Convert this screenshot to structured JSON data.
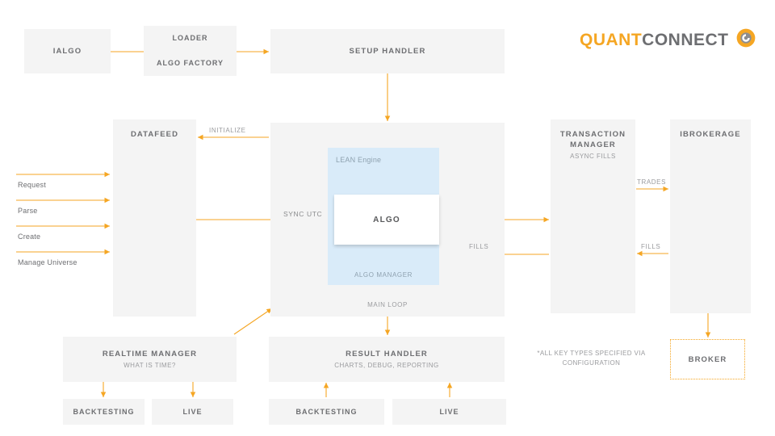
{
  "brand": {
    "name_part1": "QUANT",
    "name_part2": "CONNECT",
    "logo_icon": "quantconnect-ring-icon",
    "accent_color": "#f5a623",
    "gray_color": "#6d6e71"
  },
  "colors": {
    "box_fill": "#f4f4f4",
    "lean_panel": "#d9ebf9",
    "arrow": "#f5a623",
    "title_text": "#6d6e71",
    "sub_text": "#9a9b9e"
  },
  "nodes": {
    "ialgo": {
      "title": "IALGO"
    },
    "loader": {
      "title": "LOADER"
    },
    "algo_factory": {
      "title": "ALGO FACTORY"
    },
    "setup_handler": {
      "title": "SETUP HANDLER"
    },
    "datafeed": {
      "title": "DATAFEED"
    },
    "lean_engine": {
      "title": "LEAN Engine",
      "algo_manager": "ALGO MANAGER"
    },
    "algo": {
      "title": "ALGO"
    },
    "main_loop": {
      "title": "MAIN LOOP"
    },
    "transaction_manager": {
      "title": "TRANSACTION\nMANAGER",
      "sub": "ASYNC FILLS"
    },
    "ibrokerage": {
      "title": "IBROKERAGE"
    },
    "realtime_manager": {
      "title": "REALTIME MANAGER",
      "sub": "WHAT IS TIME?"
    },
    "result_handler": {
      "title": "RESULT HANDLER",
      "sub": "CHARTS, DEBUG, REPORTING"
    },
    "realtime_backtesting": {
      "title": "BACKTESTING"
    },
    "realtime_live": {
      "title": "LIVE"
    },
    "result_backtesting": {
      "title": "BACKTESTING"
    },
    "result_live": {
      "title": "LIVE"
    },
    "broker": {
      "title": "BROKER",
      "border": "dotted"
    }
  },
  "arrow_labels": {
    "initialize": "INITIALIZE",
    "request": "Request",
    "parse": "Parse",
    "create": "Create",
    "manage_universe": "Manage Universe",
    "sync_utc": "SYNC UTC",
    "trades": "TRADES",
    "fills_right": "FILLS",
    "fills_center": "FILLS"
  },
  "footnote": {
    "text": "*ALL KEY TYPES SPECIFIED VIA CONFIGURATION"
  }
}
